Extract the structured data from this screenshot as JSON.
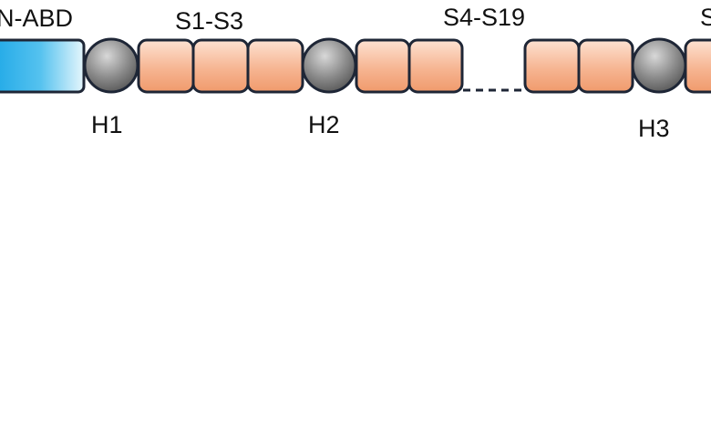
{
  "diagram": {
    "domain_labels": {
      "abd": "N-ABD",
      "group_1": "S1-S3",
      "group_2": "S4-S19",
      "group_3_partial": "S"
    },
    "hinge_labels": {
      "h1": "H1",
      "h2": "H2",
      "h3": "H3"
    },
    "colors": {
      "abd_dark": "#1aa6e6",
      "abd_light": "#e6f6fc",
      "spectrin_repeat": "#f3a47c",
      "spectrin_repeat_light": "#fde2d2",
      "hinge": "#7d7d7d",
      "hinge_light": "#d8d8d8",
      "outline": "#1e2636"
    }
  }
}
